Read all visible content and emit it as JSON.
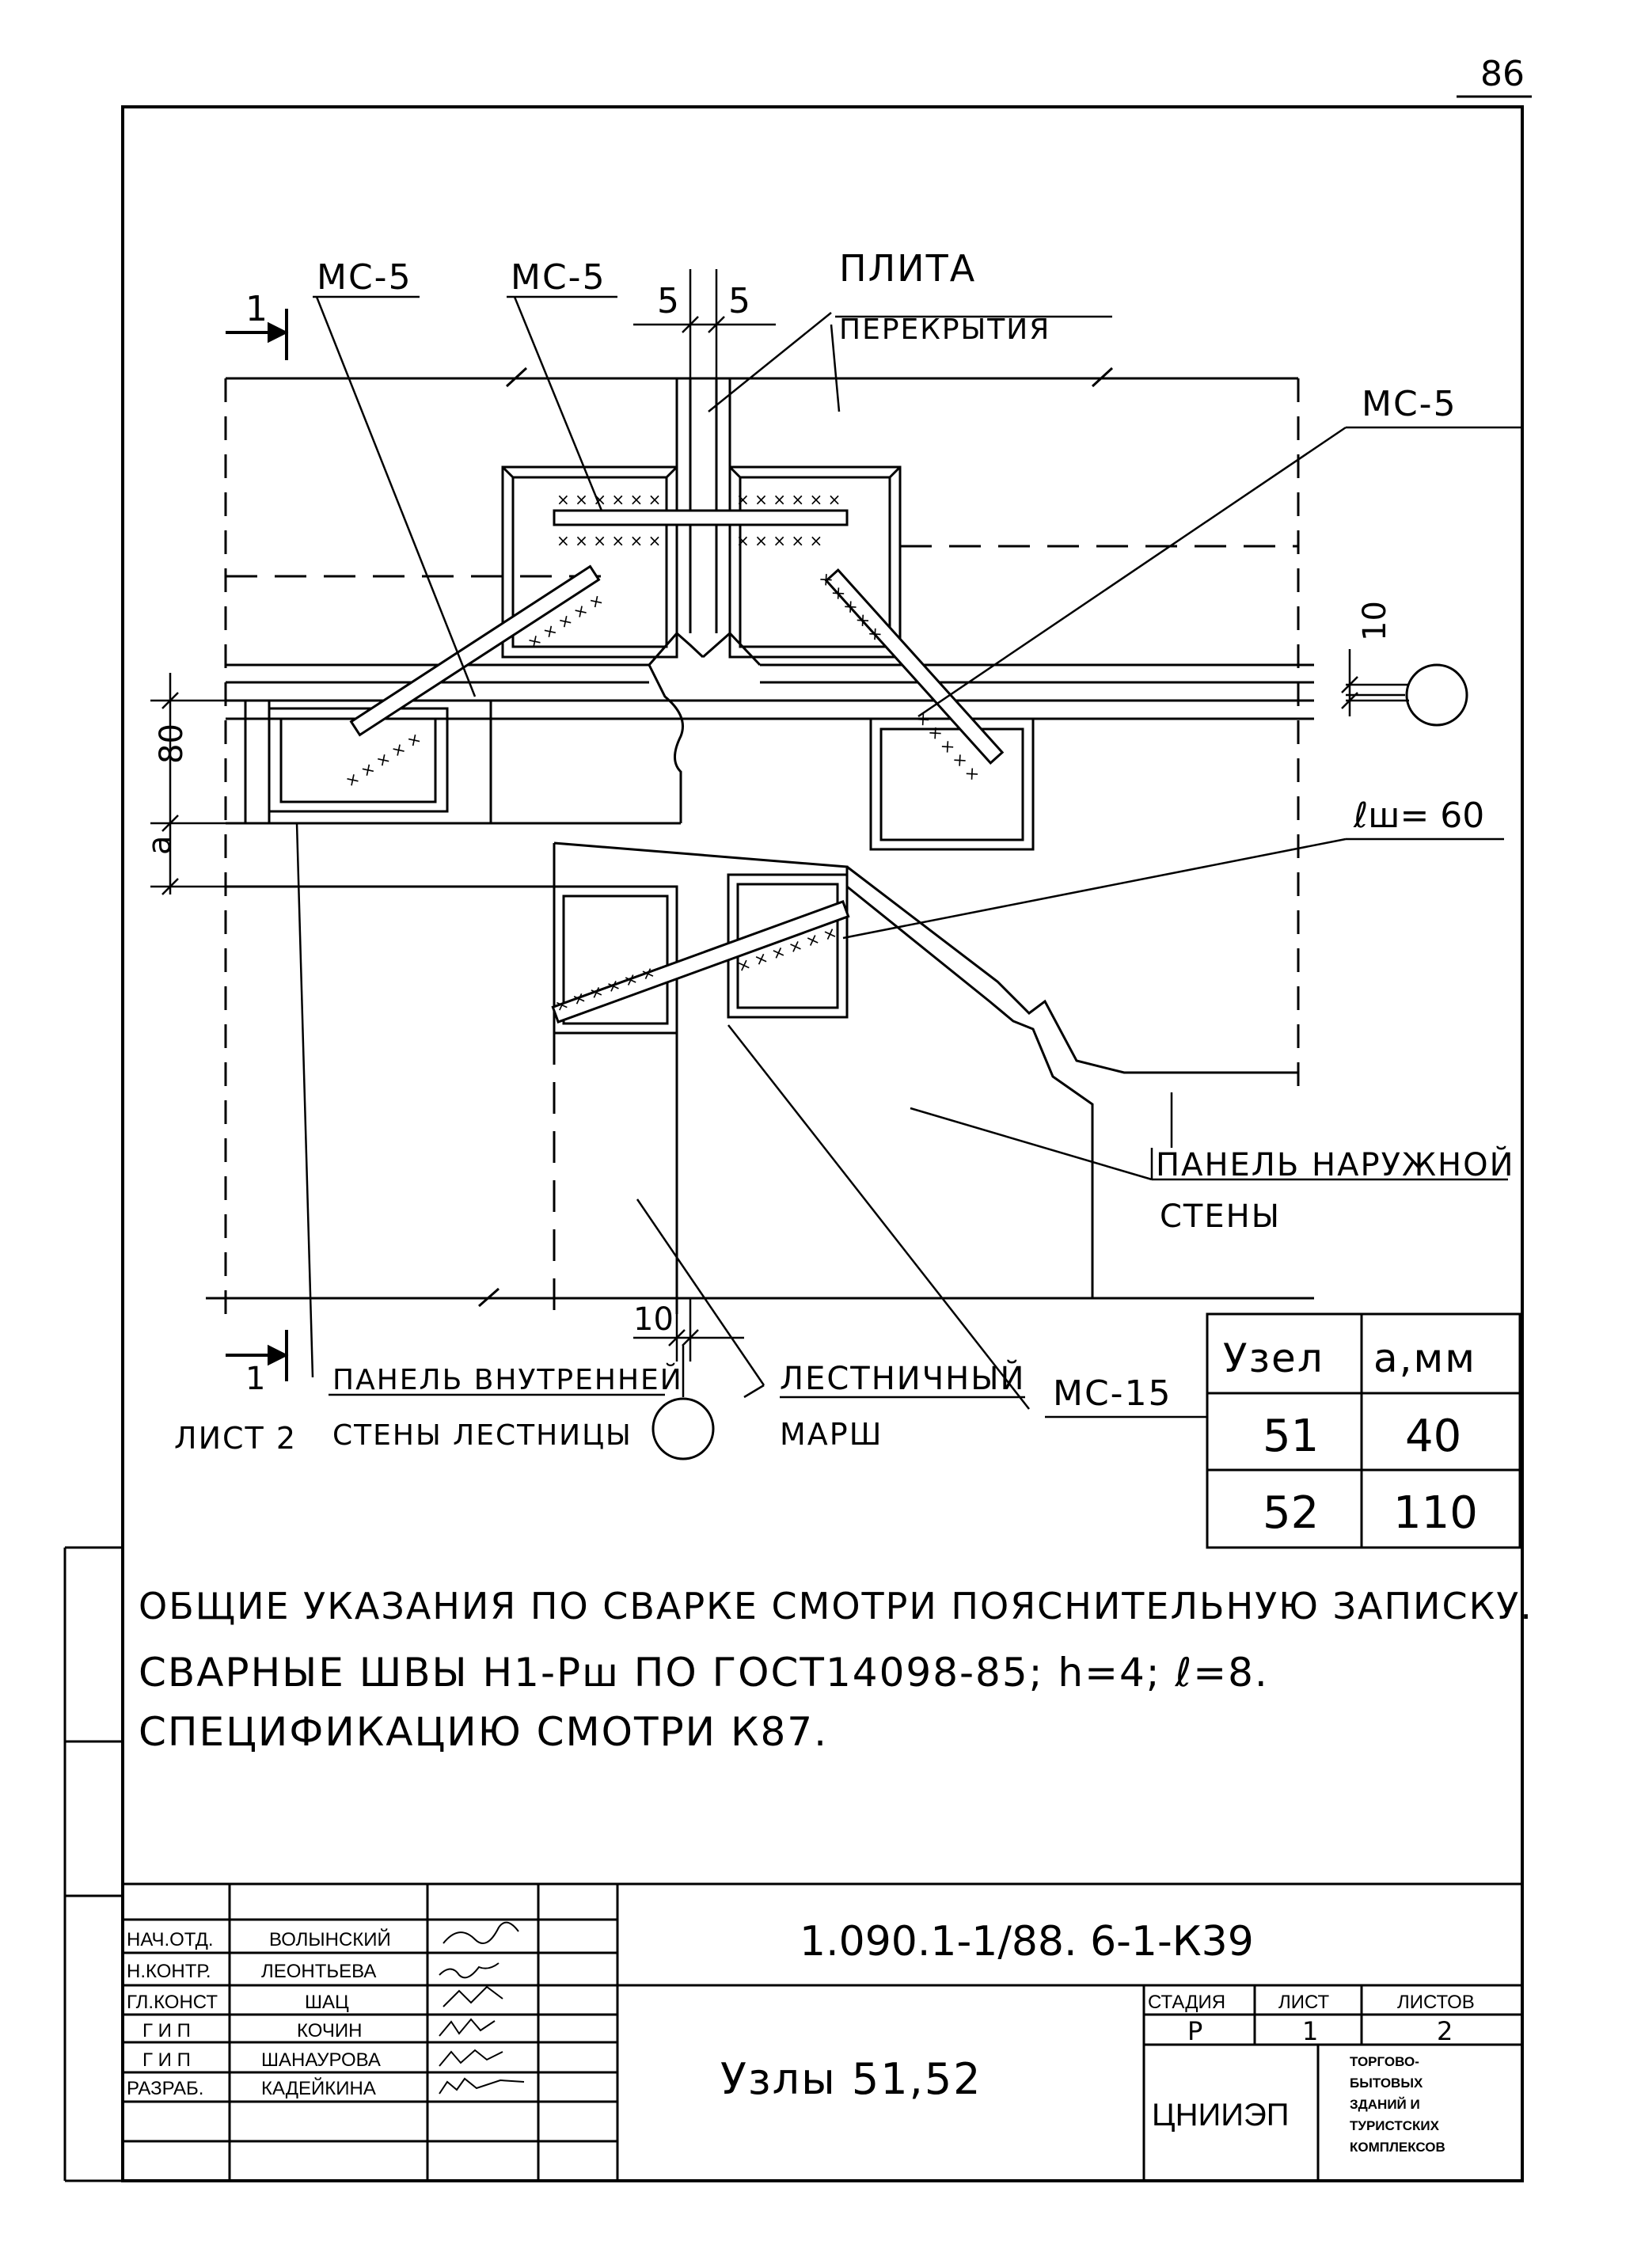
{
  "page_number": "86",
  "drawing": {
    "section_label": "1",
    "section_label_bottom": "1",
    "section_sheet_ref": "ЛИСТ 2",
    "ms5_a": "МС-5",
    "ms5_b": "МС-5",
    "ms5_c": "МС-5",
    "ms15": "МС-15",
    "dim_5_left": "5",
    "dim_5_right": "5",
    "dim_10_right": "10",
    "dim_10_bottom": "10",
    "dim_80": "80",
    "dim_a": "a",
    "weld_length": "ℓш= 60",
    "plate_label_1": "ПЛИТА",
    "plate_label_2": "ПЕРЕКРЫТИЯ",
    "outer_wall_1": "ПАНЕЛЬ НАРУЖНОЙ",
    "outer_wall_2": "СТЕНЫ",
    "inner_wall_1": "ПАНЕЛЬ ВНУТРЕННЕЙ",
    "inner_wall_2": "СТЕНЫ ЛЕСТНИЦЫ",
    "stair_1": "ЛЕСТНИЧНЫЙ",
    "stair_2": "МАРШ"
  },
  "node_table": {
    "headers": [
      "Узел",
      "a,мм"
    ],
    "rows": [
      [
        "51",
        "40"
      ],
      [
        "52",
        "110"
      ]
    ]
  },
  "notes": [
    "ОБЩИЕ УКАЗАНИЯ ПО СВАРКЕ СМОТРИ ПОЯСНИТЕЛЬНУЮ ЗАПИСКУ.",
    "СВАРНЫЕ ШВЫ Н1-Рш ПО ГОСТ14098-85; h=4; ℓ=8.",
    "СПЕЦИФИКАЦИЮ СМОТРИ К87."
  ],
  "title_block": {
    "roles": [
      {
        "role": "НАЧ.ОТД.",
        "name": "ВОЛЫНСКИЙ"
      },
      {
        "role": "Н.КОНТР.",
        "name": "ЛЕОНТЬЕВА"
      },
      {
        "role": "ГЛ.КОНСТ",
        "name": "ШАЦ"
      },
      {
        "role": "Г И П",
        "name": "КОЧИН"
      },
      {
        "role": "Г И П",
        "name": "ШАНАУРОВА"
      },
      {
        "role": "РАЗРАБ.",
        "name": "КАДЕЙКИНА"
      }
    ],
    "doc_code": "1.090.1-1/88. 6-1-К39",
    "sheet_title": "Узлы 51,52",
    "stage_header": "СТАДИЯ",
    "sheet_header": "ЛИСТ",
    "sheets_header": "ЛИСТОВ",
    "stage_value": "Р",
    "sheet_value": "1",
    "sheets_value": "2",
    "org": "ЦНИИЭП",
    "org_sub": [
      "ТОРГОВО-",
      "БЫТОВЫХ",
      "ЗДАНИЙ И",
      "ТУРИСТСКИХ",
      "КОМПЛЕКСОВ"
    ]
  }
}
